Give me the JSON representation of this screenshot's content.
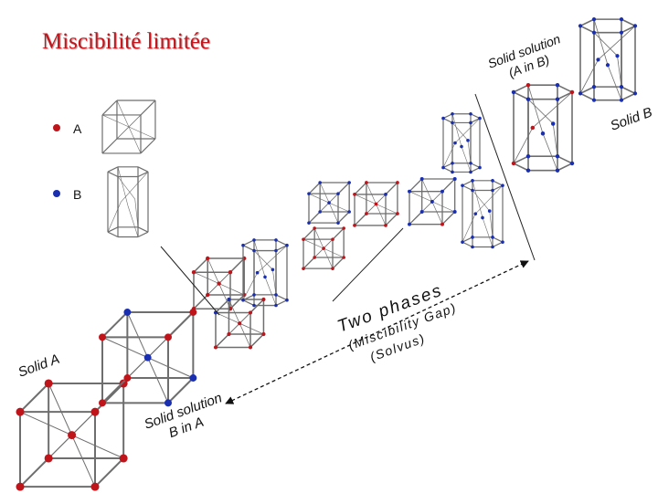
{
  "title": "Miscibilité limitée",
  "legend": [
    {
      "label": "A",
      "color": "#c0141b"
    },
    {
      "label": "B",
      "color": "#1a2fb0"
    }
  ],
  "labels": {
    "solid_a": "Solid A",
    "solid_b": "Solid B",
    "solid_solution_b_in_a_line1": "Solid solution",
    "solid_solution_b_in_a_line2": "B in A",
    "solid_solution_a_in_b_line1": "Solid solution",
    "solid_solution_a_in_b_line2": "(A in B)",
    "two_phases_line1": "Two phases",
    "two_phases_line2": "(Miscibility Gap)",
    "two_phases_line3": "(Solvus)"
  },
  "colors": {
    "atom_a": "#c0141b",
    "atom_b": "#1a2fb0",
    "title": "#c8141b",
    "neutral": "#888888"
  }
}
